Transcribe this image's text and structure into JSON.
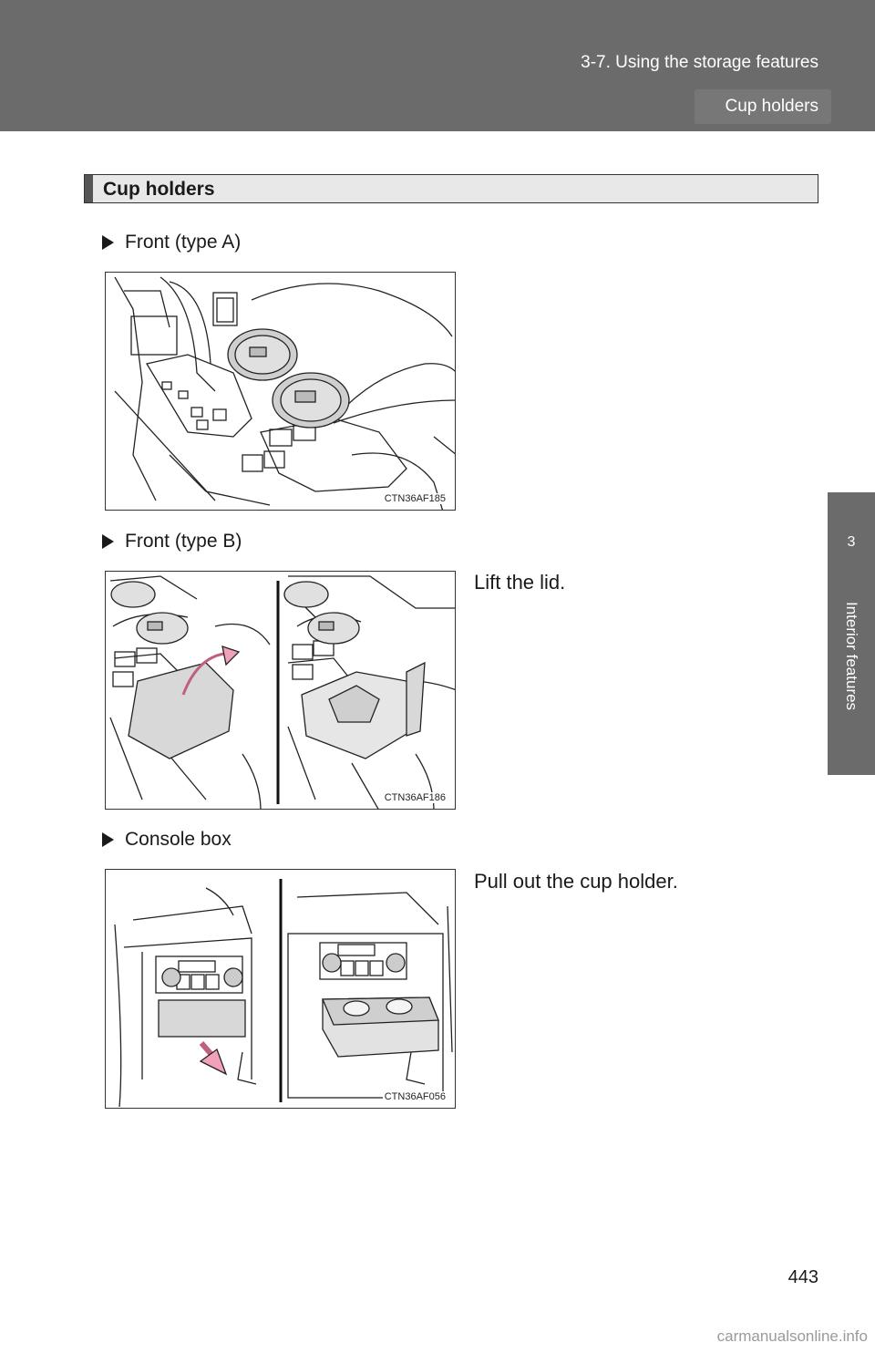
{
  "header": {
    "chapter": "3-7. Using the storage features",
    "topic": "Cup holders"
  },
  "side_tab": {
    "number": "3",
    "label": "Interior features"
  },
  "section": {
    "title": "Cup holders"
  },
  "items": [
    {
      "heading": "Front (type A)",
      "figure_code": "CTN36AF185",
      "caption": ""
    },
    {
      "heading": "Front (type B)",
      "figure_code": "CTN36AF186",
      "caption": "Lift the lid."
    },
    {
      "heading": "Console box",
      "figure_code": "CTN36AF056",
      "caption": "Pull out the cup holder."
    }
  ],
  "page_number": "443",
  "watermark": "carmanualsonline.info",
  "colors": {
    "header_band": "#6b6b6b",
    "side_tab": "#6b6b6b",
    "arrow_pink": "#f2a2b8",
    "lid_gray": "#d8d8d8"
  }
}
